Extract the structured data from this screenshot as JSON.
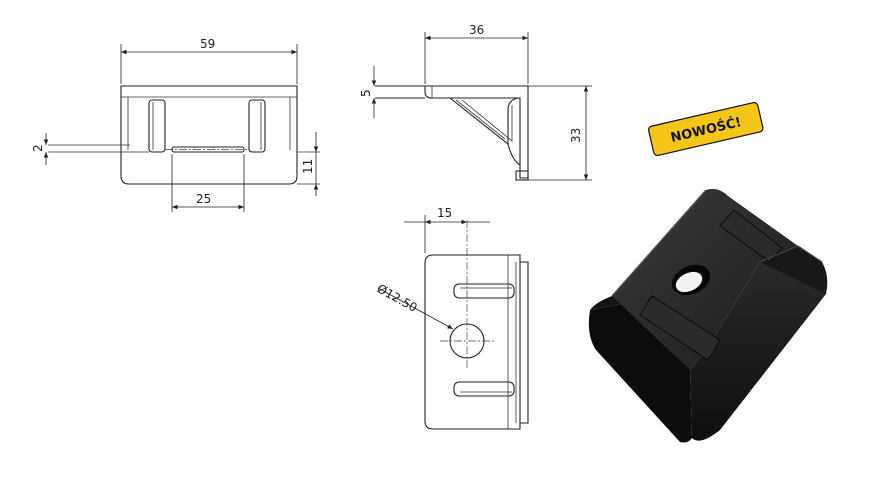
{
  "drawing": {
    "front_view": {
      "width_label": "59",
      "slot_label": "25",
      "thickness_label": "2",
      "height_label": "11"
    },
    "side_view": {
      "width_label": "36",
      "plate_label": "5",
      "height_label": "33"
    },
    "top_view": {
      "offset_label": "15",
      "hole_label": "Ø12.50"
    }
  },
  "badge": {
    "text": "NOWOŚĆ!",
    "color": "#f5c518"
  },
  "colors": {
    "line": "#222222",
    "part": "#1a1a1a"
  }
}
